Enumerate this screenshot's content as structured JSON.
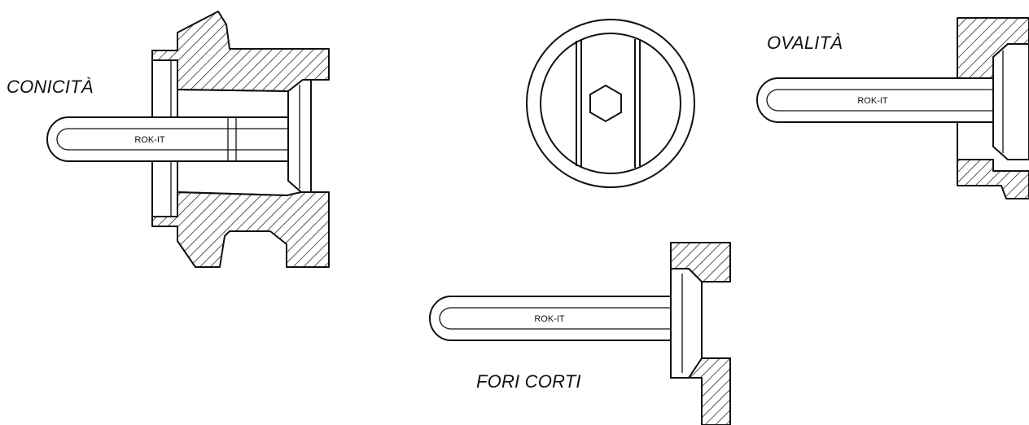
{
  "labels": {
    "conicita": "CONICITÀ",
    "ovalita": "OVALITÀ",
    "fori_corti": "FORI CORTI"
  },
  "tool_brand": "ROK-IT",
  "colors": {
    "line": "#111111",
    "background": "#ffffff"
  }
}
